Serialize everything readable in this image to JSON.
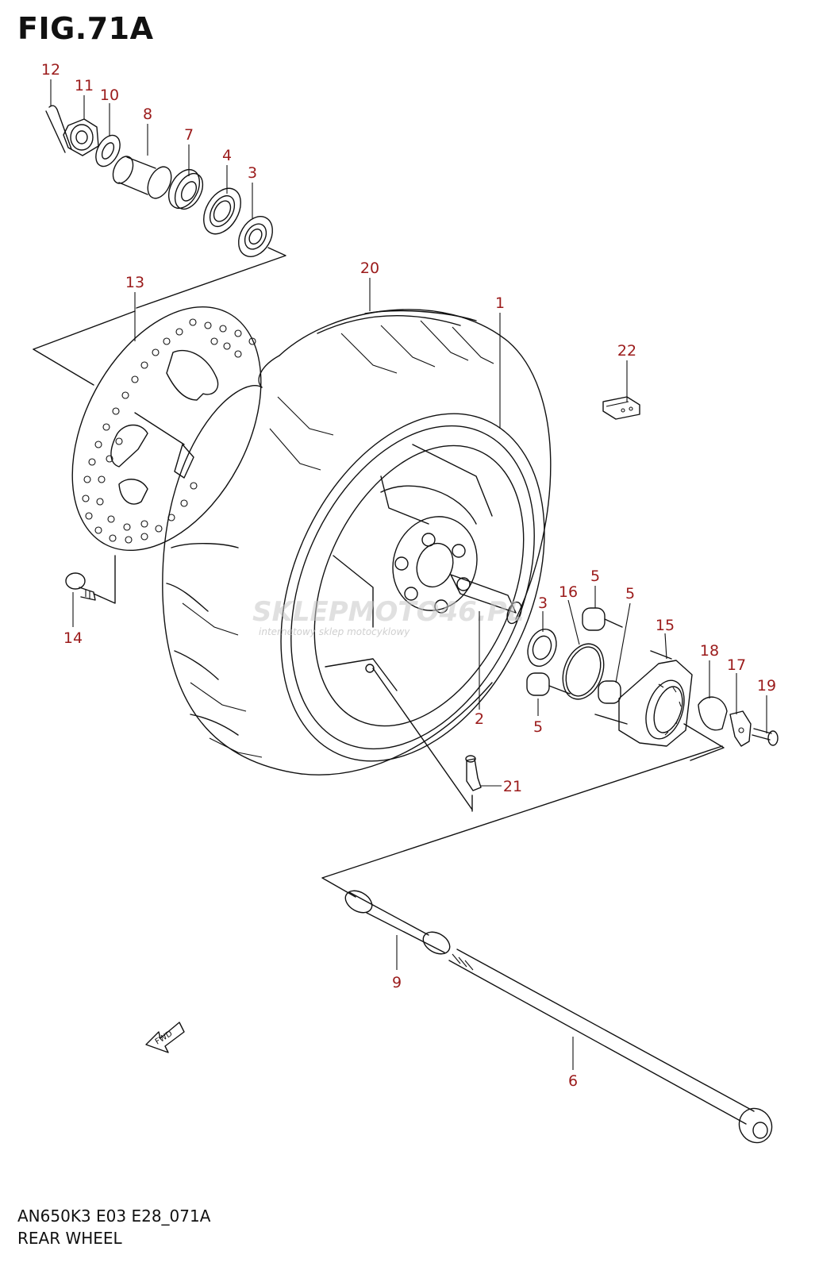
{
  "figure": {
    "title": "FIG.71A",
    "code": "AN650K3 E03 E28_071A",
    "caption": "REAR WHEEL"
  },
  "watermark": {
    "brand": "SKLEPMOTO46.PL",
    "tagline": "internetowy sklep motocyklowy"
  },
  "fwd_label": "FWD",
  "colors": {
    "label": "#9b1b1b",
    "line": "#111111"
  },
  "callouts": [
    {
      "id": "c12",
      "text": "12"
    },
    {
      "id": "c11",
      "text": "11"
    },
    {
      "id": "c10",
      "text": "10"
    },
    {
      "id": "c8",
      "text": "8"
    },
    {
      "id": "c7",
      "text": "7"
    },
    {
      "id": "c4",
      "text": "4"
    },
    {
      "id": "c3a",
      "text": "3"
    },
    {
      "id": "c13",
      "text": "13"
    },
    {
      "id": "c20",
      "text": "20"
    },
    {
      "id": "c1",
      "text": "1"
    },
    {
      "id": "c22",
      "text": "22"
    },
    {
      "id": "c14",
      "text": "14"
    },
    {
      "id": "c5a",
      "text": "5"
    },
    {
      "id": "c16",
      "text": "16"
    },
    {
      "id": "c3b",
      "text": "3"
    },
    {
      "id": "c5b",
      "text": "5"
    },
    {
      "id": "c15",
      "text": "15"
    },
    {
      "id": "c18",
      "text": "18"
    },
    {
      "id": "c17",
      "text": "17"
    },
    {
      "id": "c19",
      "text": "19"
    },
    {
      "id": "c2",
      "text": "2"
    },
    {
      "id": "c5c",
      "text": "5"
    },
    {
      "id": "c21",
      "text": "21"
    },
    {
      "id": "c9",
      "text": "9"
    },
    {
      "id": "c6",
      "text": "6"
    }
  ]
}
